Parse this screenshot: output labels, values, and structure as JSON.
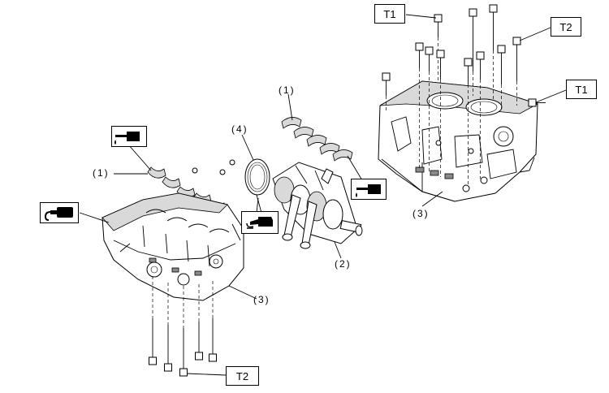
{
  "torque_labels": {
    "t1_top": "T1",
    "t2_top": "T2",
    "t1_right": "T1",
    "t2_bottom": "T2"
  },
  "callouts": {
    "bearing_upper": "(1)",
    "bearing_lower": "(1)",
    "crankshaft": "(2)",
    "block_right": "(3)",
    "block_left": "(3)",
    "oil_seal": "(4)"
  },
  "icons": {
    "oil_can_left": "oil-can-icon",
    "oil_can_right": "oil-can-icon",
    "sealant_tube": "sealant-tube-icon",
    "grease_hand": "grease-hand-icon"
  }
}
